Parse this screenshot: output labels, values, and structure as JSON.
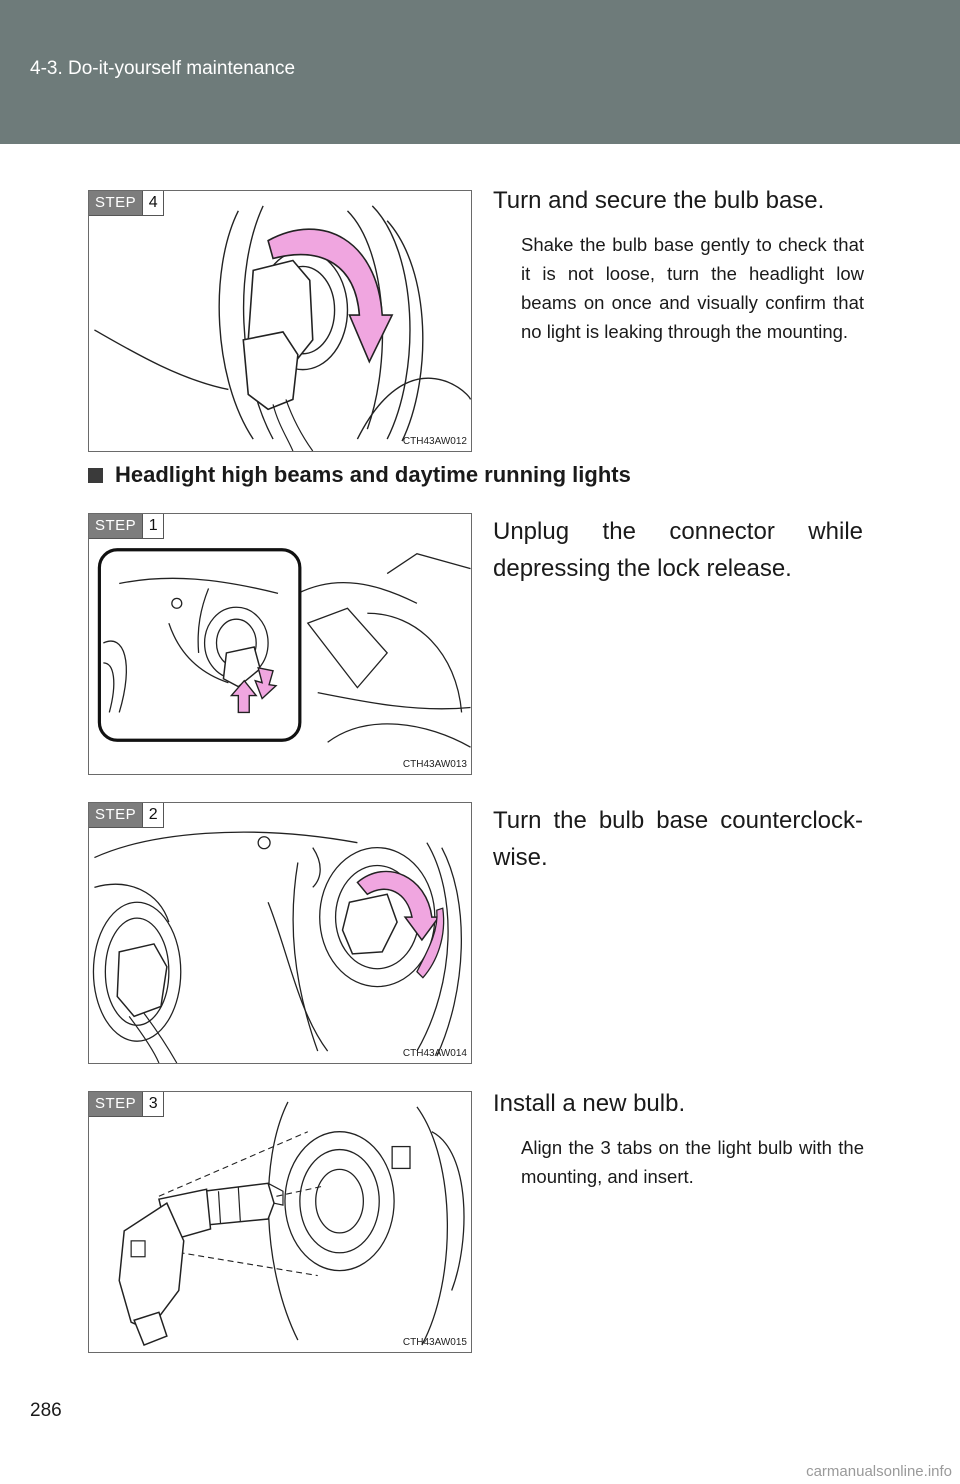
{
  "header": {
    "section_title": "4-3. Do-it-yourself maintenance"
  },
  "page_number": "286",
  "watermark": "carmanualsonline.info",
  "step_word": "STEP",
  "blocks": [
    {
      "step": "4",
      "figure_code": "CTH43AW012",
      "heading": "Turn and secure the bulb base.",
      "note": "Shake the bulb base gently to check that it is not loose, turn the headlight low beams on once and visually confirm that no light is leaking through the mounting."
    },
    {
      "section": "Headlight high beams and daytime running lights"
    },
    {
      "step": "1",
      "figure_code": "CTH43AW013",
      "heading": "Unplug the connector while depressing the lock release."
    },
    {
      "step": "2",
      "figure_code": "CTH43AW014",
      "heading": "Turn the bulb base counterclock-wise."
    },
    {
      "step": "3",
      "figure_code": "CTH43AW015",
      "heading": "Install a new bulb.",
      "note": "Align the 3 tabs on the light bulb with the mounting, and insert."
    }
  ],
  "colors": {
    "header_bg": "#6e7b7a",
    "arrow_pink": "#f0a6e0",
    "badge_gray": "#7d7d7d"
  }
}
